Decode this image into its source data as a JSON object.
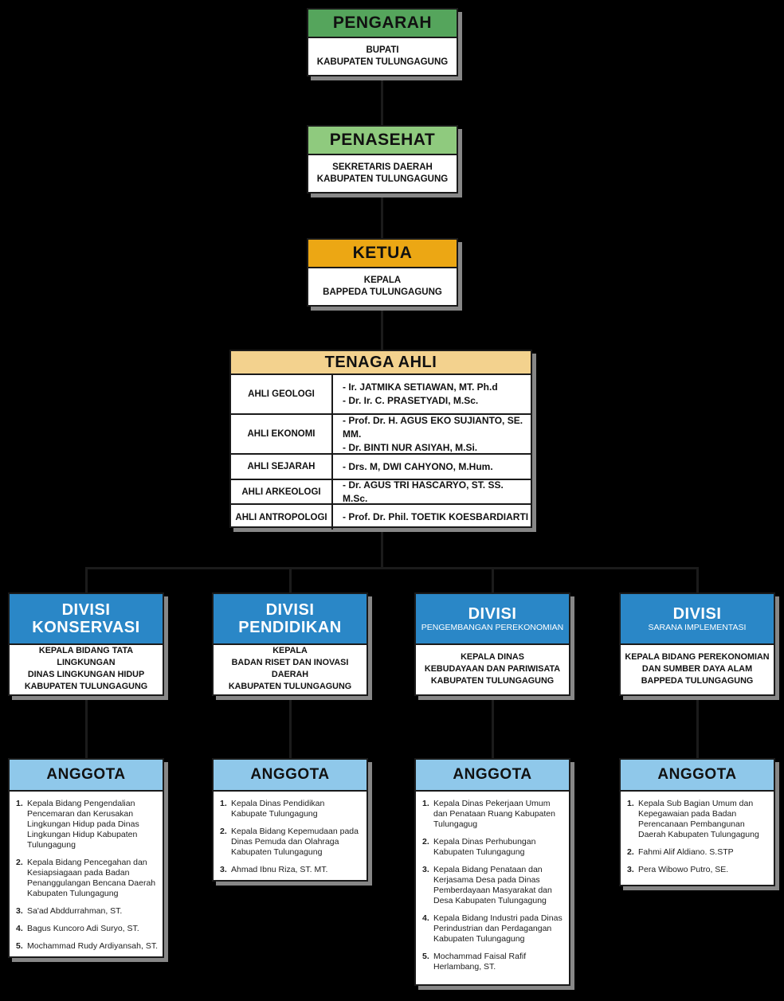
{
  "colors": {
    "background": "#000000",
    "pengarah_header": "#55a55c",
    "penasehat_header": "#8fca7e",
    "ketua_header": "#eca714",
    "tenaga_header": "#f3d28e",
    "divisi_header": "#2a87c7",
    "anggota_header": "#8fc8ea",
    "border": "#1a1a1a",
    "shadow": "#878787"
  },
  "nodes": {
    "pengarah": {
      "title": "PENGARAH",
      "body_lines": [
        "BUPATI",
        "KABUPATEN TULUNGAGUNG"
      ]
    },
    "penasehat": {
      "title": "PENASEHAT",
      "body_lines": [
        "SEKRETARIS DAERAH",
        "KABUPATEN TULUNGAGUNG"
      ]
    },
    "ketua": {
      "title": "KETUA",
      "body_lines": [
        "KEPALA",
        "BAPPEDA TULUNGAGUNG"
      ]
    },
    "tenaga_ahli": {
      "title": "TENAGA AHLI",
      "rows": [
        {
          "label": "AHLI GEOLOGI",
          "names": [
            "- Ir. JATMIKA SETIAWAN, MT. Ph.d",
            "- Dr. Ir. C. PRASETYADI, M.Sc."
          ]
        },
        {
          "label": "AHLI EKONOMI",
          "names": [
            "- Prof. Dr. H. AGUS EKO SUJIANTO, SE. MM.",
            "- Dr. BINTI NUR ASIYAH, M.Si."
          ]
        },
        {
          "label": "AHLI SEJARAH",
          "names": [
            "- Drs. M, DWI CAHYONO, M.Hum."
          ]
        },
        {
          "label": "AHLI ARKEOLOGI",
          "names": [
            "- Dr. AGUS TRI HASCARYO, ST. SS. M.Sc."
          ]
        },
        {
          "label": "AHLI ANTROPOLOGI",
          "names": [
            "- Prof. Dr. Phil. TOETIK KOESBARDIARTI"
          ]
        }
      ]
    },
    "divisions": [
      {
        "title": "DIVISI KONSERVASI",
        "subtitle": "",
        "body_lines": [
          "KEPALA BIDANG TATA LINGKUNGAN",
          "DINAS LINGKUNGAN HIDUP",
          "KABUPATEN TULUNGAGUNG"
        ]
      },
      {
        "title": "DIVISI PENDIDIKAN",
        "subtitle": "",
        "body_lines": [
          "KEPALA",
          "BADAN RISET DAN INOVASI DAERAH",
          "KABUPATEN TULUNGAGUNG"
        ]
      },
      {
        "title": "DIVISI",
        "subtitle": "PENGEMBANGAN PEREKONOMIAN",
        "body_lines": [
          "KEPALA DINAS",
          "KEBUDAYAAN DAN PARIWISATA",
          "KABUPATEN TULUNGAGUNG"
        ]
      },
      {
        "title": "DIVISI",
        "subtitle": "SARANA IMPLEMENTASI",
        "body_lines": [
          "KEPALA BIDANG PEREKONOMIAN",
          "DAN SUMBER DAYA ALAM",
          "BAPPEDA TULUNGAGUNG"
        ]
      }
    ],
    "anggota": [
      {
        "title": "ANGGOTA",
        "items": [
          {
            "n": "1.",
            "text": "Kepala Bidang Pengendalian Pencemaran dan Kerusakan Lingkungan Hidup pada Dinas Lingkungan Hidup Kabupaten Tulungagung"
          },
          {
            "n": "2.",
            "text": "Kepala Bidang Pencegahan dan Kesiapsiagaan pada Badan Penanggulangan Bencana Daerah Kabupaten Tulungagung"
          },
          {
            "n": "3.",
            "text": "Sa'ad Abddurrahman, ST."
          },
          {
            "n": "4.",
            "text": "Bagus Kuncoro Adi Suryo, ST."
          },
          {
            "n": "5.",
            "text": "Mochammad Rudy Ardiyansah, ST."
          }
        ]
      },
      {
        "title": "ANGGOTA",
        "items": [
          {
            "n": "1.",
            "text": "Kepala Dinas Pendidikan Kabupate Tulungagung"
          },
          {
            "n": "2.",
            "text": "Kepala Bidang Kepemudaan pada Dinas Pemuda dan Olahraga Kabupaten Tulungagung"
          },
          {
            "n": "3.",
            "text": "Ahmad Ibnu Riza, ST. MT."
          }
        ]
      },
      {
        "title": "ANGGOTA",
        "items": [
          {
            "n": "1.",
            "text": "Kepala Dinas Pekerjaan Umum dan Penataan Ruang Kabupaten Tulungagug"
          },
          {
            "n": "2.",
            "text": "Kepala Dinas Perhubungan Kabupaten Tulungagung"
          },
          {
            "n": "3.",
            "text": "Kepala Bidang Penataan dan Kerjasama Desa pada Dinas Pemberdayaan Masyarakat dan Desa Kabupaten Tulungagung"
          },
          {
            "n": "4.",
            "text": "Kepala Bidang Industri pada Dinas Perindustrian dan Perdagangan Kabupaten Tulungagung"
          },
          {
            "n": "5.",
            "text": "Mochammad Faisal Rafif Herlambang, ST."
          }
        ]
      },
      {
        "title": "ANGGOTA",
        "items": [
          {
            "n": "1.",
            "text": "Kepala Sub Bagian Umum dan Kepegawaian pada Badan Perencanaan Pembangunan Daerah Kabupaten Tulungagung"
          },
          {
            "n": "2.",
            "text": "Fahmi Alif Aldiano. S.STP"
          },
          {
            "n": "3.",
            "text": "Pera Wibowo Putro, SE."
          }
        ]
      }
    ]
  }
}
